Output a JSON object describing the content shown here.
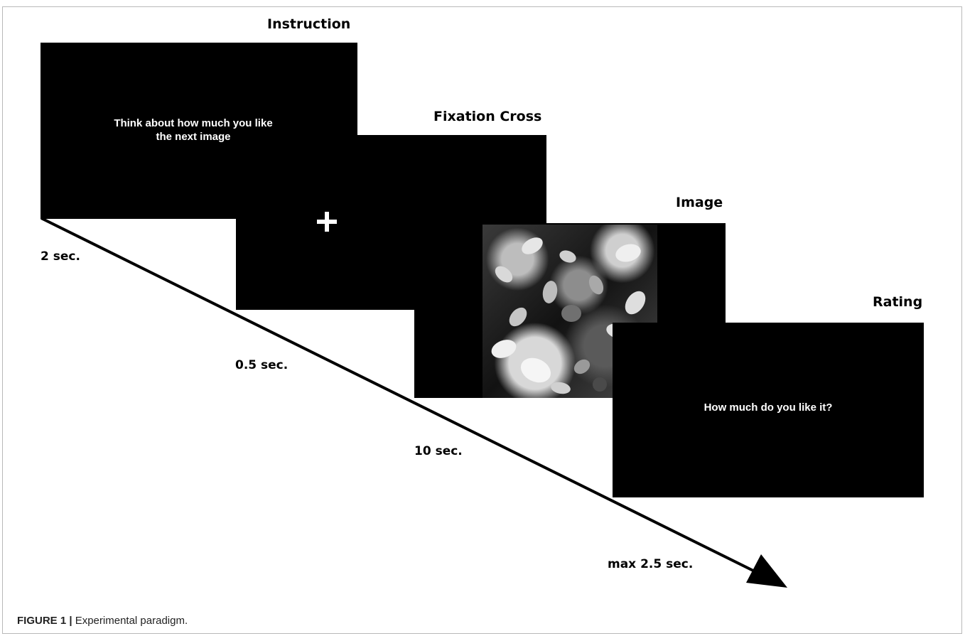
{
  "panels": {
    "instruction": {
      "label": "Instruction",
      "text_line1": "Think about how much you like",
      "text_line2": "the next image"
    },
    "fixation": {
      "label": "Fixation Cross",
      "symbol": "+"
    },
    "image": {
      "label": "Image"
    },
    "rating": {
      "label": "Rating",
      "text": "How much do you like it?"
    }
  },
  "durations": {
    "instruction": "2 sec.",
    "fixation": "0.5 sec.",
    "image": "10 sec.",
    "rating": "max 2.5 sec."
  },
  "caption": {
    "prefix": "FIGURE 1 |",
    "text": " Experimental paradigm."
  },
  "colors": {
    "panel": "#000000",
    "background": "#ffffff"
  },
  "icons": {
    "image_content": "flower-petals-photo"
  }
}
